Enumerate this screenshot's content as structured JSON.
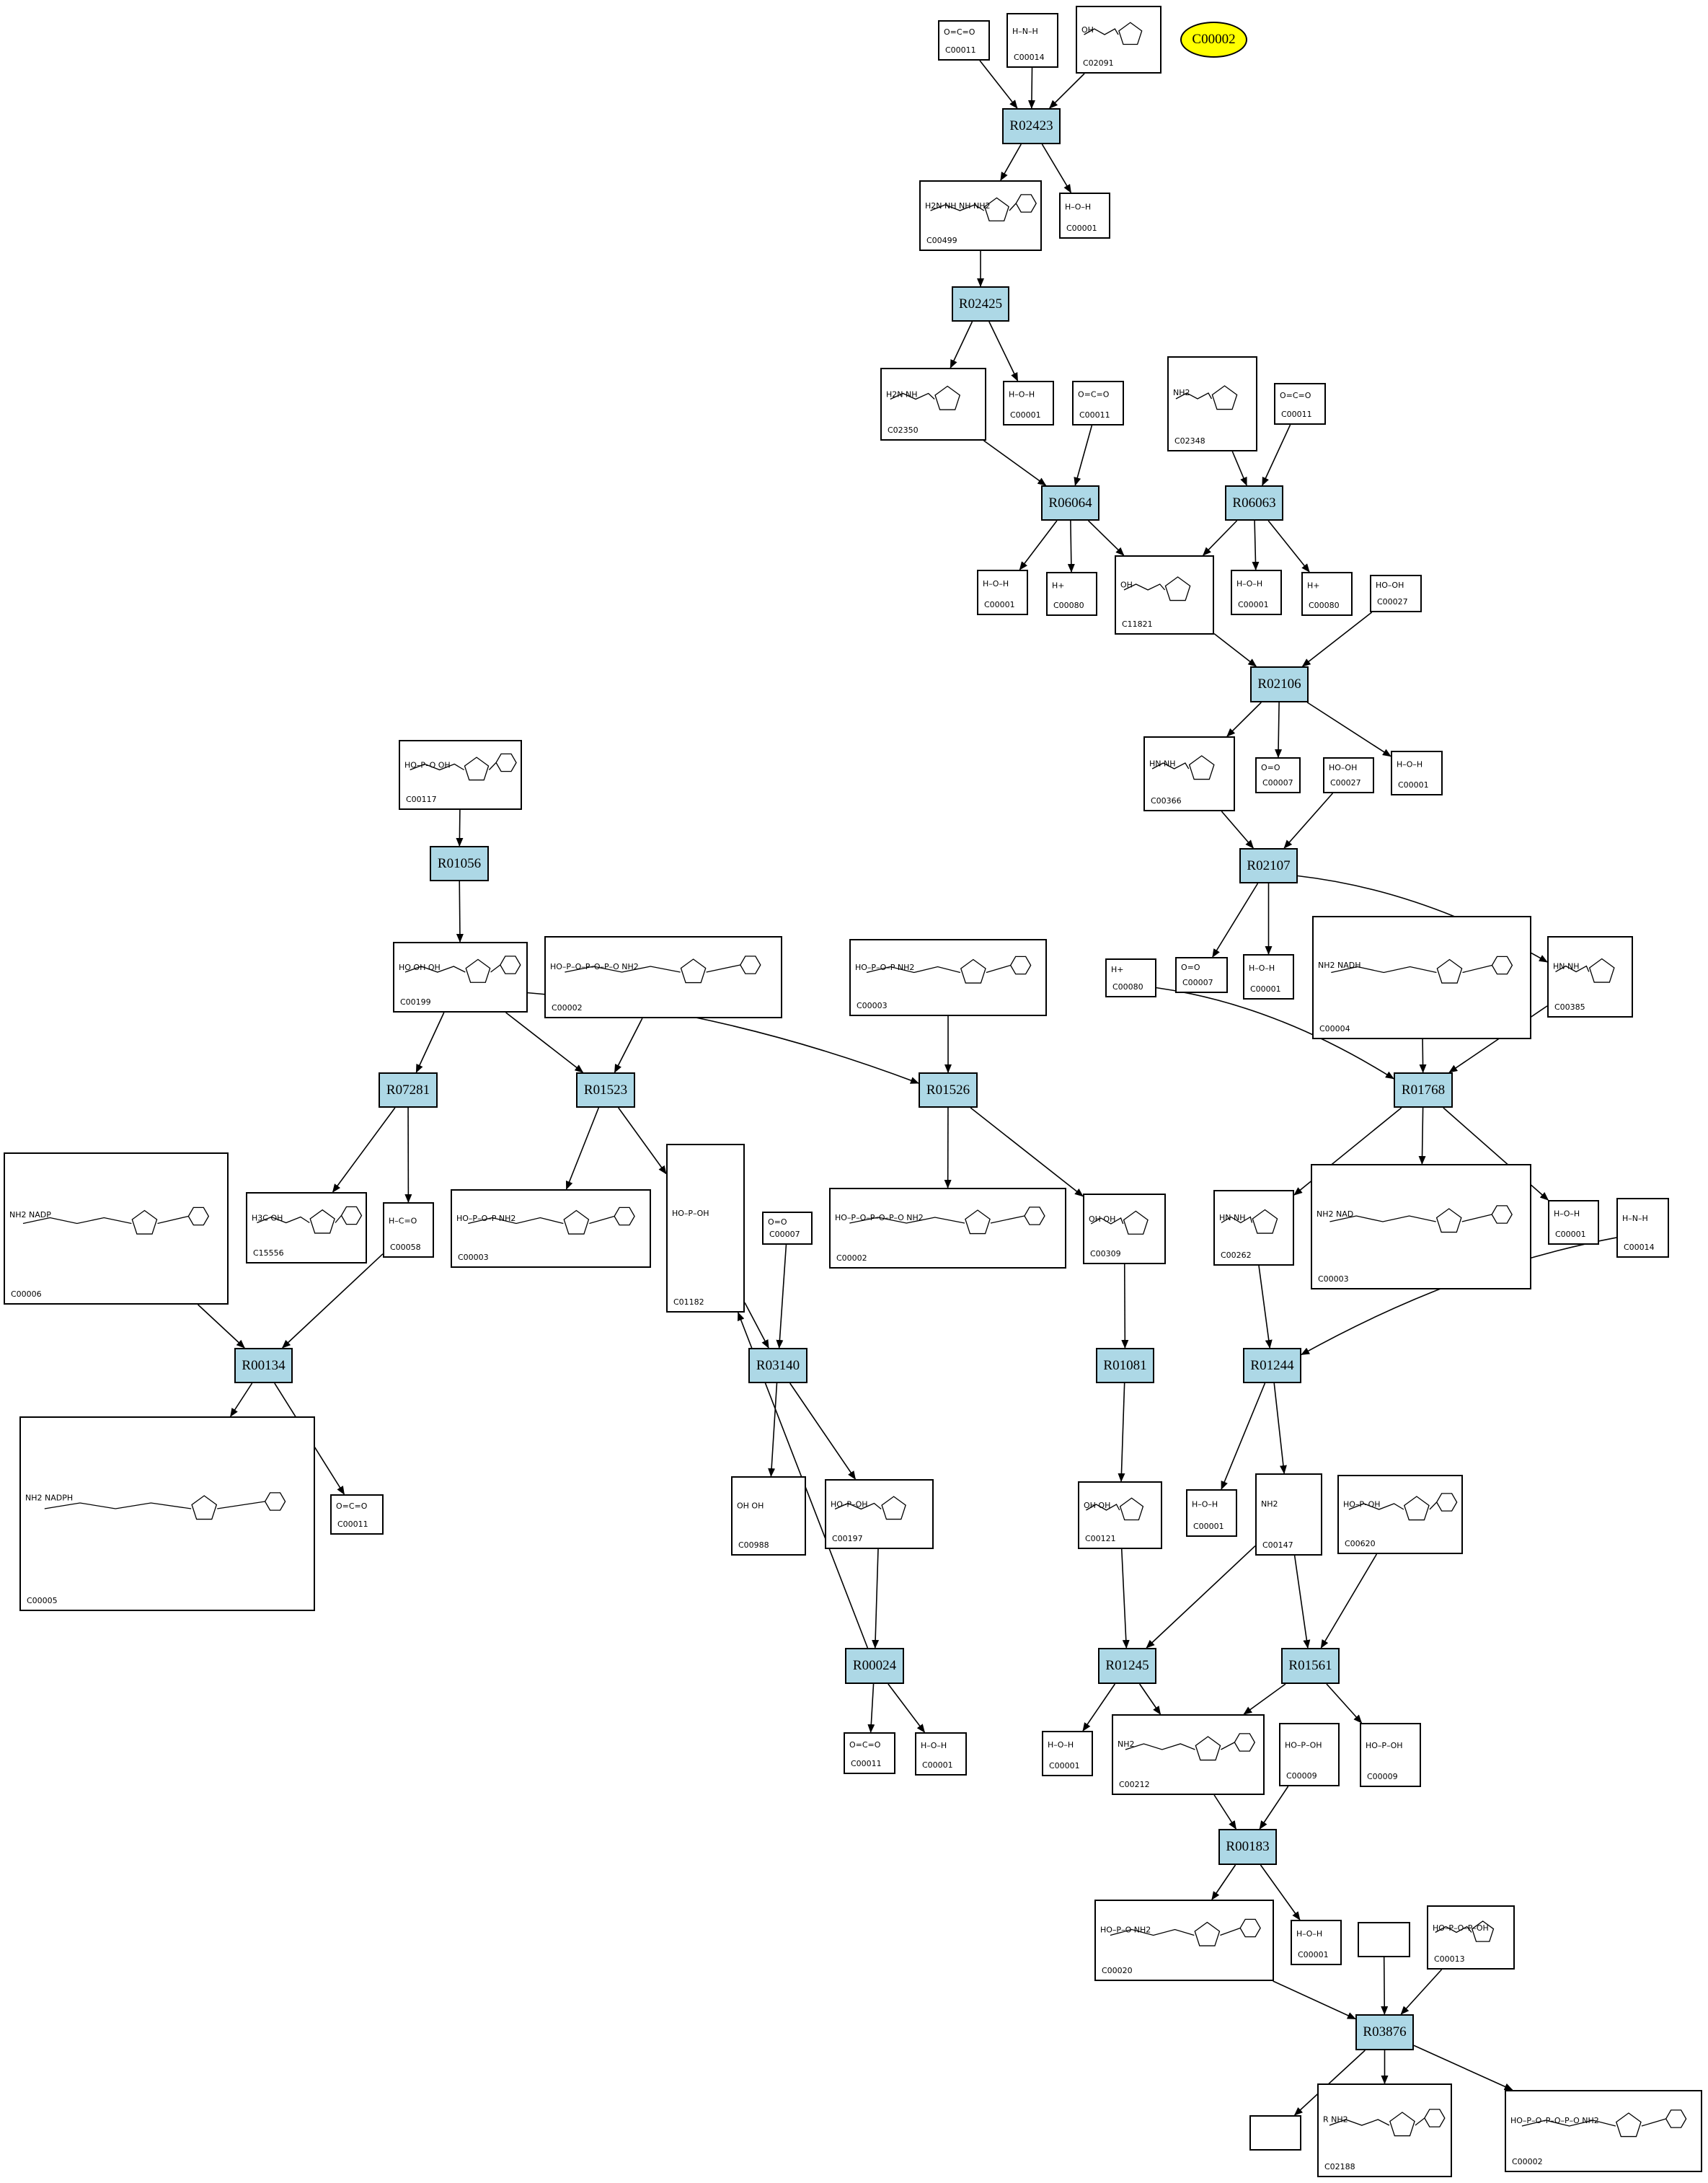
{
  "legend_node": {
    "label": "C00002",
    "color": "#ffff00"
  },
  "colors": {
    "reaction_fill": "#add8e6",
    "compound_fill": "#ffffff",
    "edge": "#000000"
  },
  "reactions": [
    {
      "id": "r02423",
      "label": "R02423"
    },
    {
      "id": "r02425",
      "label": "R02425"
    },
    {
      "id": "r06064",
      "label": "R06064"
    },
    {
      "id": "r06063",
      "label": "R06063"
    },
    {
      "id": "r02106",
      "label": "R02106"
    },
    {
      "id": "r02107",
      "label": "R02107"
    },
    {
      "id": "r01056",
      "label": "R01056"
    },
    {
      "id": "r07281",
      "label": "R07281"
    },
    {
      "id": "r01523",
      "label": "R01523"
    },
    {
      "id": "r01526",
      "label": "R01526"
    },
    {
      "id": "r01768",
      "label": "R01768"
    },
    {
      "id": "r00134",
      "label": "R00134"
    },
    {
      "id": "r03140",
      "label": "R03140"
    },
    {
      "id": "r01081",
      "label": "R01081"
    },
    {
      "id": "r01244",
      "label": "R01244"
    },
    {
      "id": "r00024",
      "label": "R00024"
    },
    {
      "id": "r01245",
      "label": "R01245"
    },
    {
      "id": "r01561",
      "label": "R01561"
    },
    {
      "id": "r00183",
      "label": "R00183"
    },
    {
      "id": "r03876",
      "label": "R03876"
    }
  ],
  "compounds": [
    {
      "id": "c00011_a",
      "label": "C00011",
      "formula": "O=C=O"
    },
    {
      "id": "c00014_a",
      "label": "C00014",
      "formula": "H–N–H"
    },
    {
      "id": "c02091",
      "label": "C02091",
      "formula": "OH"
    },
    {
      "id": "c00499",
      "label": "C00499",
      "formula": "H2N NH NH NH2"
    },
    {
      "id": "c00001_a",
      "label": "C00001",
      "formula": "H–O–H"
    },
    {
      "id": "c02350",
      "label": "C02350",
      "formula": "H2N NH"
    },
    {
      "id": "c00001_b",
      "label": "C00001",
      "formula": "H–O–H"
    },
    {
      "id": "c00011_b",
      "label": "C00011",
      "formula": "O=C=O"
    },
    {
      "id": "c02348",
      "label": "C02348",
      "formula": "NH2"
    },
    {
      "id": "c00011_c",
      "label": "C00011",
      "formula": "O=C=O"
    },
    {
      "id": "c00001_c",
      "label": "C00001",
      "formula": "H–O–H"
    },
    {
      "id": "c00080_a",
      "label": "C00080",
      "formula": "H+"
    },
    {
      "id": "c11821",
      "label": "C11821",
      "formula": "OH"
    },
    {
      "id": "c00001_d",
      "label": "C00001",
      "formula": "H–O–H"
    },
    {
      "id": "c00080_b",
      "label": "C00080",
      "formula": "H+"
    },
    {
      "id": "c00027_a",
      "label": "C00027",
      "formula": "HO–OH"
    },
    {
      "id": "c00366",
      "label": "C00366",
      "formula": "HN NH"
    },
    {
      "id": "c00007_a",
      "label": "C00007",
      "formula": "O=O"
    },
    {
      "id": "c00027_b",
      "label": "C00027",
      "formula": "HO–OH"
    },
    {
      "id": "c00001_e",
      "label": "C00001",
      "formula": "H–O–H"
    },
    {
      "id": "c00117",
      "label": "C00117",
      "formula": "HO–P–O  OH"
    },
    {
      "id": "c00007_b",
      "label": "C00007",
      "formula": "O=O"
    },
    {
      "id": "c00001_f",
      "label": "C00001",
      "formula": "H–O–H"
    },
    {
      "id": "c00080_c",
      "label": "C00080",
      "formula": "H+"
    },
    {
      "id": "c00004",
      "label": "C00004",
      "formula": "NH2 NADH"
    },
    {
      "id": "c00385",
      "label": "C00385",
      "formula": "HN NH"
    },
    {
      "id": "c00199",
      "label": "C00199",
      "formula": "HO  OH  OH"
    },
    {
      "id": "c00002_a",
      "label": "C00002",
      "formula": "HO–P–O–P–O–P–O NH2"
    },
    {
      "id": "c00003_a",
      "label": "C00003",
      "formula": "HO–P–O–P NH2"
    },
    {
      "id": "c00006",
      "label": "C00006",
      "formula": "NH2 NADP"
    },
    {
      "id": "c15556",
      "label": "C15556",
      "formula": "H3C OH"
    },
    {
      "id": "c00058",
      "label": "C00058",
      "formula": "H–C=O"
    },
    {
      "id": "c00003_b",
      "label": "C00003",
      "formula": "HO–P–O–P NH2"
    },
    {
      "id": "c01182",
      "label": "C01182",
      "formula": "HO–P–OH"
    },
    {
      "id": "c00007_c",
      "label": "C00007",
      "formula": "O=O"
    },
    {
      "id": "c00002_b",
      "label": "C00002",
      "formula": "HO–P–O–P–O–P–O NH2"
    },
    {
      "id": "c00309",
      "label": "C00309",
      "formula": "OH OH"
    },
    {
      "id": "c00262",
      "label": "C00262",
      "formula": "HN NH"
    },
    {
      "id": "c00003_c",
      "label": "C00003",
      "formula": "NH2 NAD"
    },
    {
      "id": "c00001_g",
      "label": "C00001",
      "formula": "H–O–H"
    },
    {
      "id": "c00014_b",
      "label": "C00014",
      "formula": "H–N–H"
    },
    {
      "id": "c00005",
      "label": "C00005",
      "formula": "NH2 NADPH"
    },
    {
      "id": "c00011_d",
      "label": "C00011",
      "formula": "O=C=O"
    },
    {
      "id": "c00988",
      "label": "C00988",
      "formula": "OH OH"
    },
    {
      "id": "c00197",
      "label": "C00197",
      "formula": "HO–P–OH"
    },
    {
      "id": "c00121",
      "label": "C00121",
      "formula": "OH OH"
    },
    {
      "id": "c00001_h",
      "label": "C00001",
      "formula": "H–O–H"
    },
    {
      "id": "c00147",
      "label": "C00147",
      "formula": "NH2"
    },
    {
      "id": "c00620",
      "label": "C00620",
      "formula": "HO–P–OH"
    },
    {
      "id": "c00011_e",
      "label": "C00011",
      "formula": "O=C=O"
    },
    {
      "id": "c00001_i",
      "label": "C00001",
      "formula": "H–O–H"
    },
    {
      "id": "c00001_j",
      "label": "C00001",
      "formula": "H–O–H"
    },
    {
      "id": "c00212",
      "label": "C00212",
      "formula": "NH2"
    },
    {
      "id": "c00009_a",
      "label": "C00009",
      "formula": "HO–P–OH"
    },
    {
      "id": "c00009_b",
      "label": "C00009",
      "formula": "HO–P–OH"
    },
    {
      "id": "c00020",
      "label": "C00020",
      "formula": "HO–P–O NH2"
    },
    {
      "id": "c00001_k",
      "label": "C00001",
      "formula": "H–O–H"
    },
    {
      "id": "empty_a",
      "label": "",
      "formula": ""
    },
    {
      "id": "c00013",
      "label": "C00013",
      "formula": "HO–P–O–P–OH"
    },
    {
      "id": "empty_b",
      "label": "",
      "formula": ""
    },
    {
      "id": "c02188",
      "label": "C02188",
      "formula": "R NH2"
    },
    {
      "id": "c00002_c",
      "label": "C00002",
      "formula": "HO–P–O–P–O–P–O NH2"
    }
  ]
}
